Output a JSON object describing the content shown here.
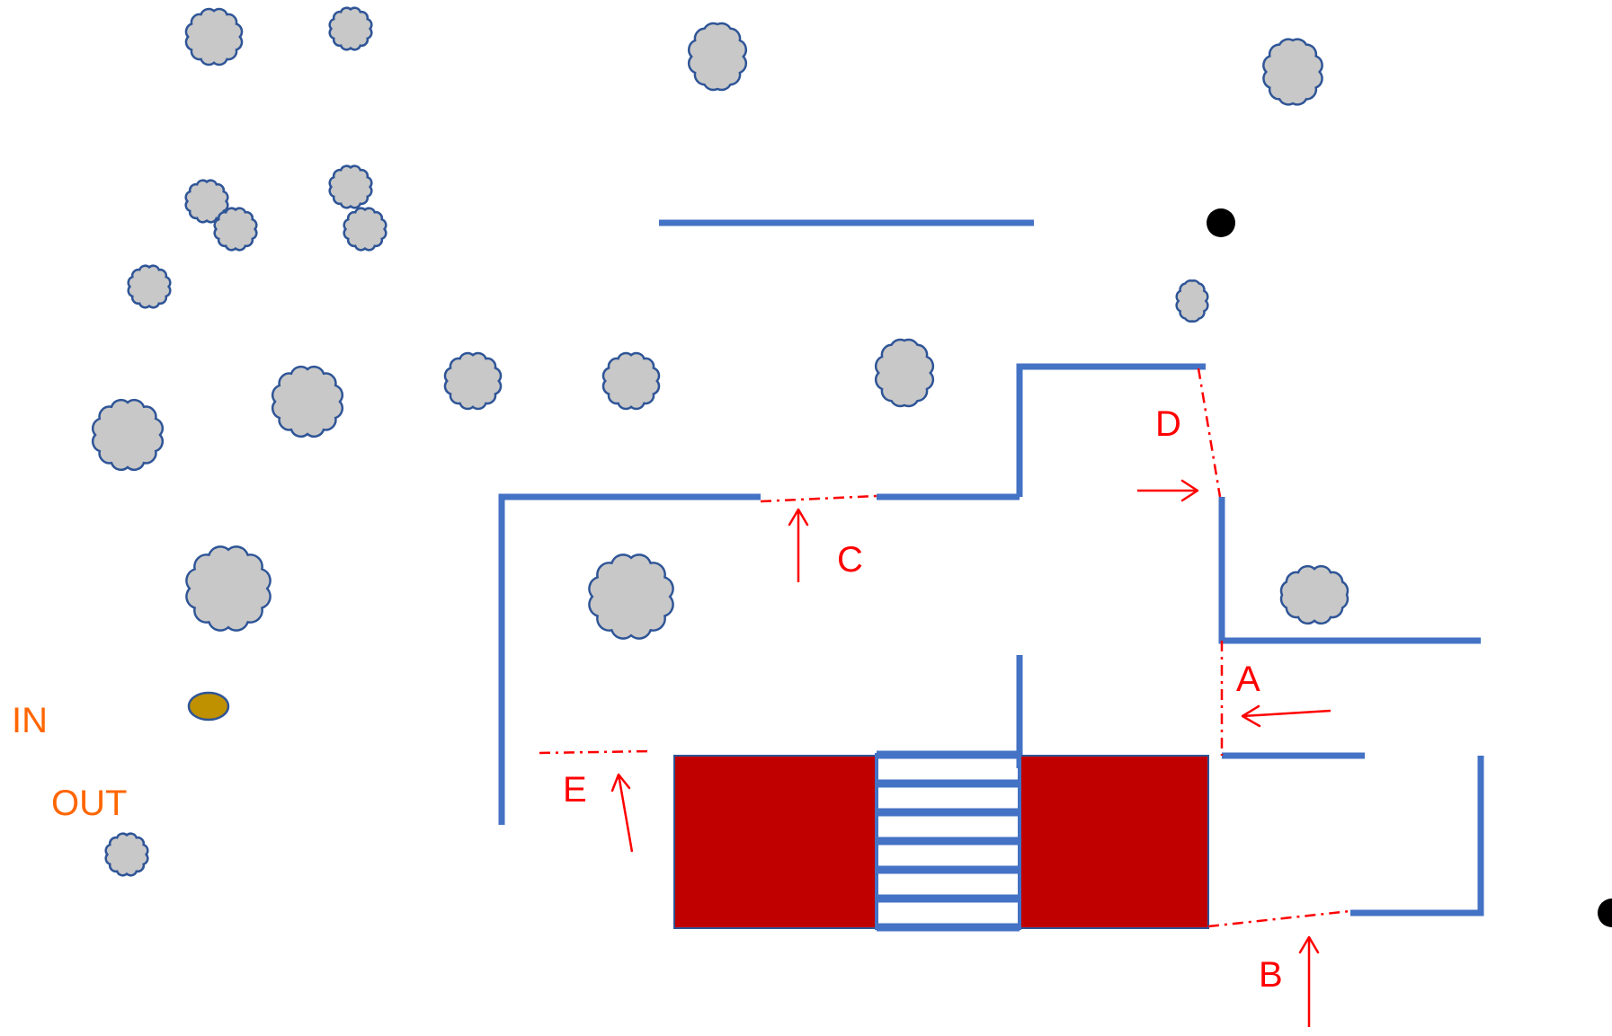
{
  "labels": {
    "in": "IN",
    "out": "OUT",
    "a": "A",
    "b": "B",
    "c": "C",
    "d": "D",
    "e": "E"
  },
  "colors": {
    "wall": "#4472c4",
    "block": "#c00000",
    "marker": "#ff0000",
    "io_text": "#ff6600",
    "bush_fill": "#c8c8c8",
    "bush_stroke": "#2f5597",
    "dot": "#000000",
    "spot": "#bf9000"
  }
}
